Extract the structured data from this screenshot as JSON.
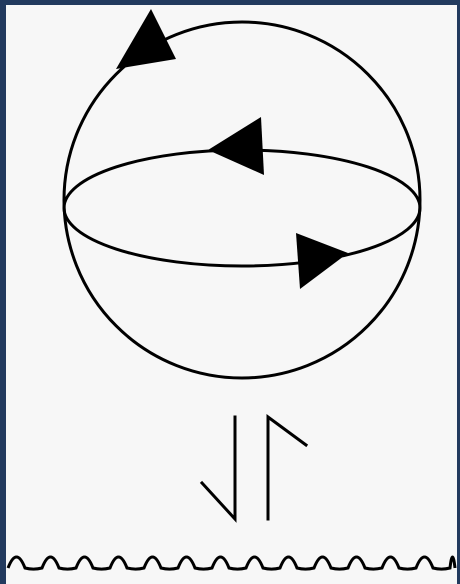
{
  "colors": {
    "border": "#223a5e",
    "canvas": "#f7f7f7",
    "ink": "#000000"
  },
  "diagram": {
    "elements": [
      {
        "name": "sphere-outline",
        "kind": "circle"
      },
      {
        "name": "equator-ellipse",
        "kind": "ellipse"
      },
      {
        "name": "rotation-arrow-top",
        "kind": "arrowhead",
        "direction": "up-left"
      },
      {
        "name": "equator-arrow-back",
        "kind": "arrowhead",
        "direction": "left"
      },
      {
        "name": "equator-arrow-front",
        "kind": "arrowhead",
        "direction": "right"
      },
      {
        "name": "equilibrium-arrows",
        "kind": "harpoon-pair",
        "directions": [
          "down",
          "up"
        ]
      },
      {
        "name": "wavy-line",
        "kind": "wave"
      }
    ]
  }
}
